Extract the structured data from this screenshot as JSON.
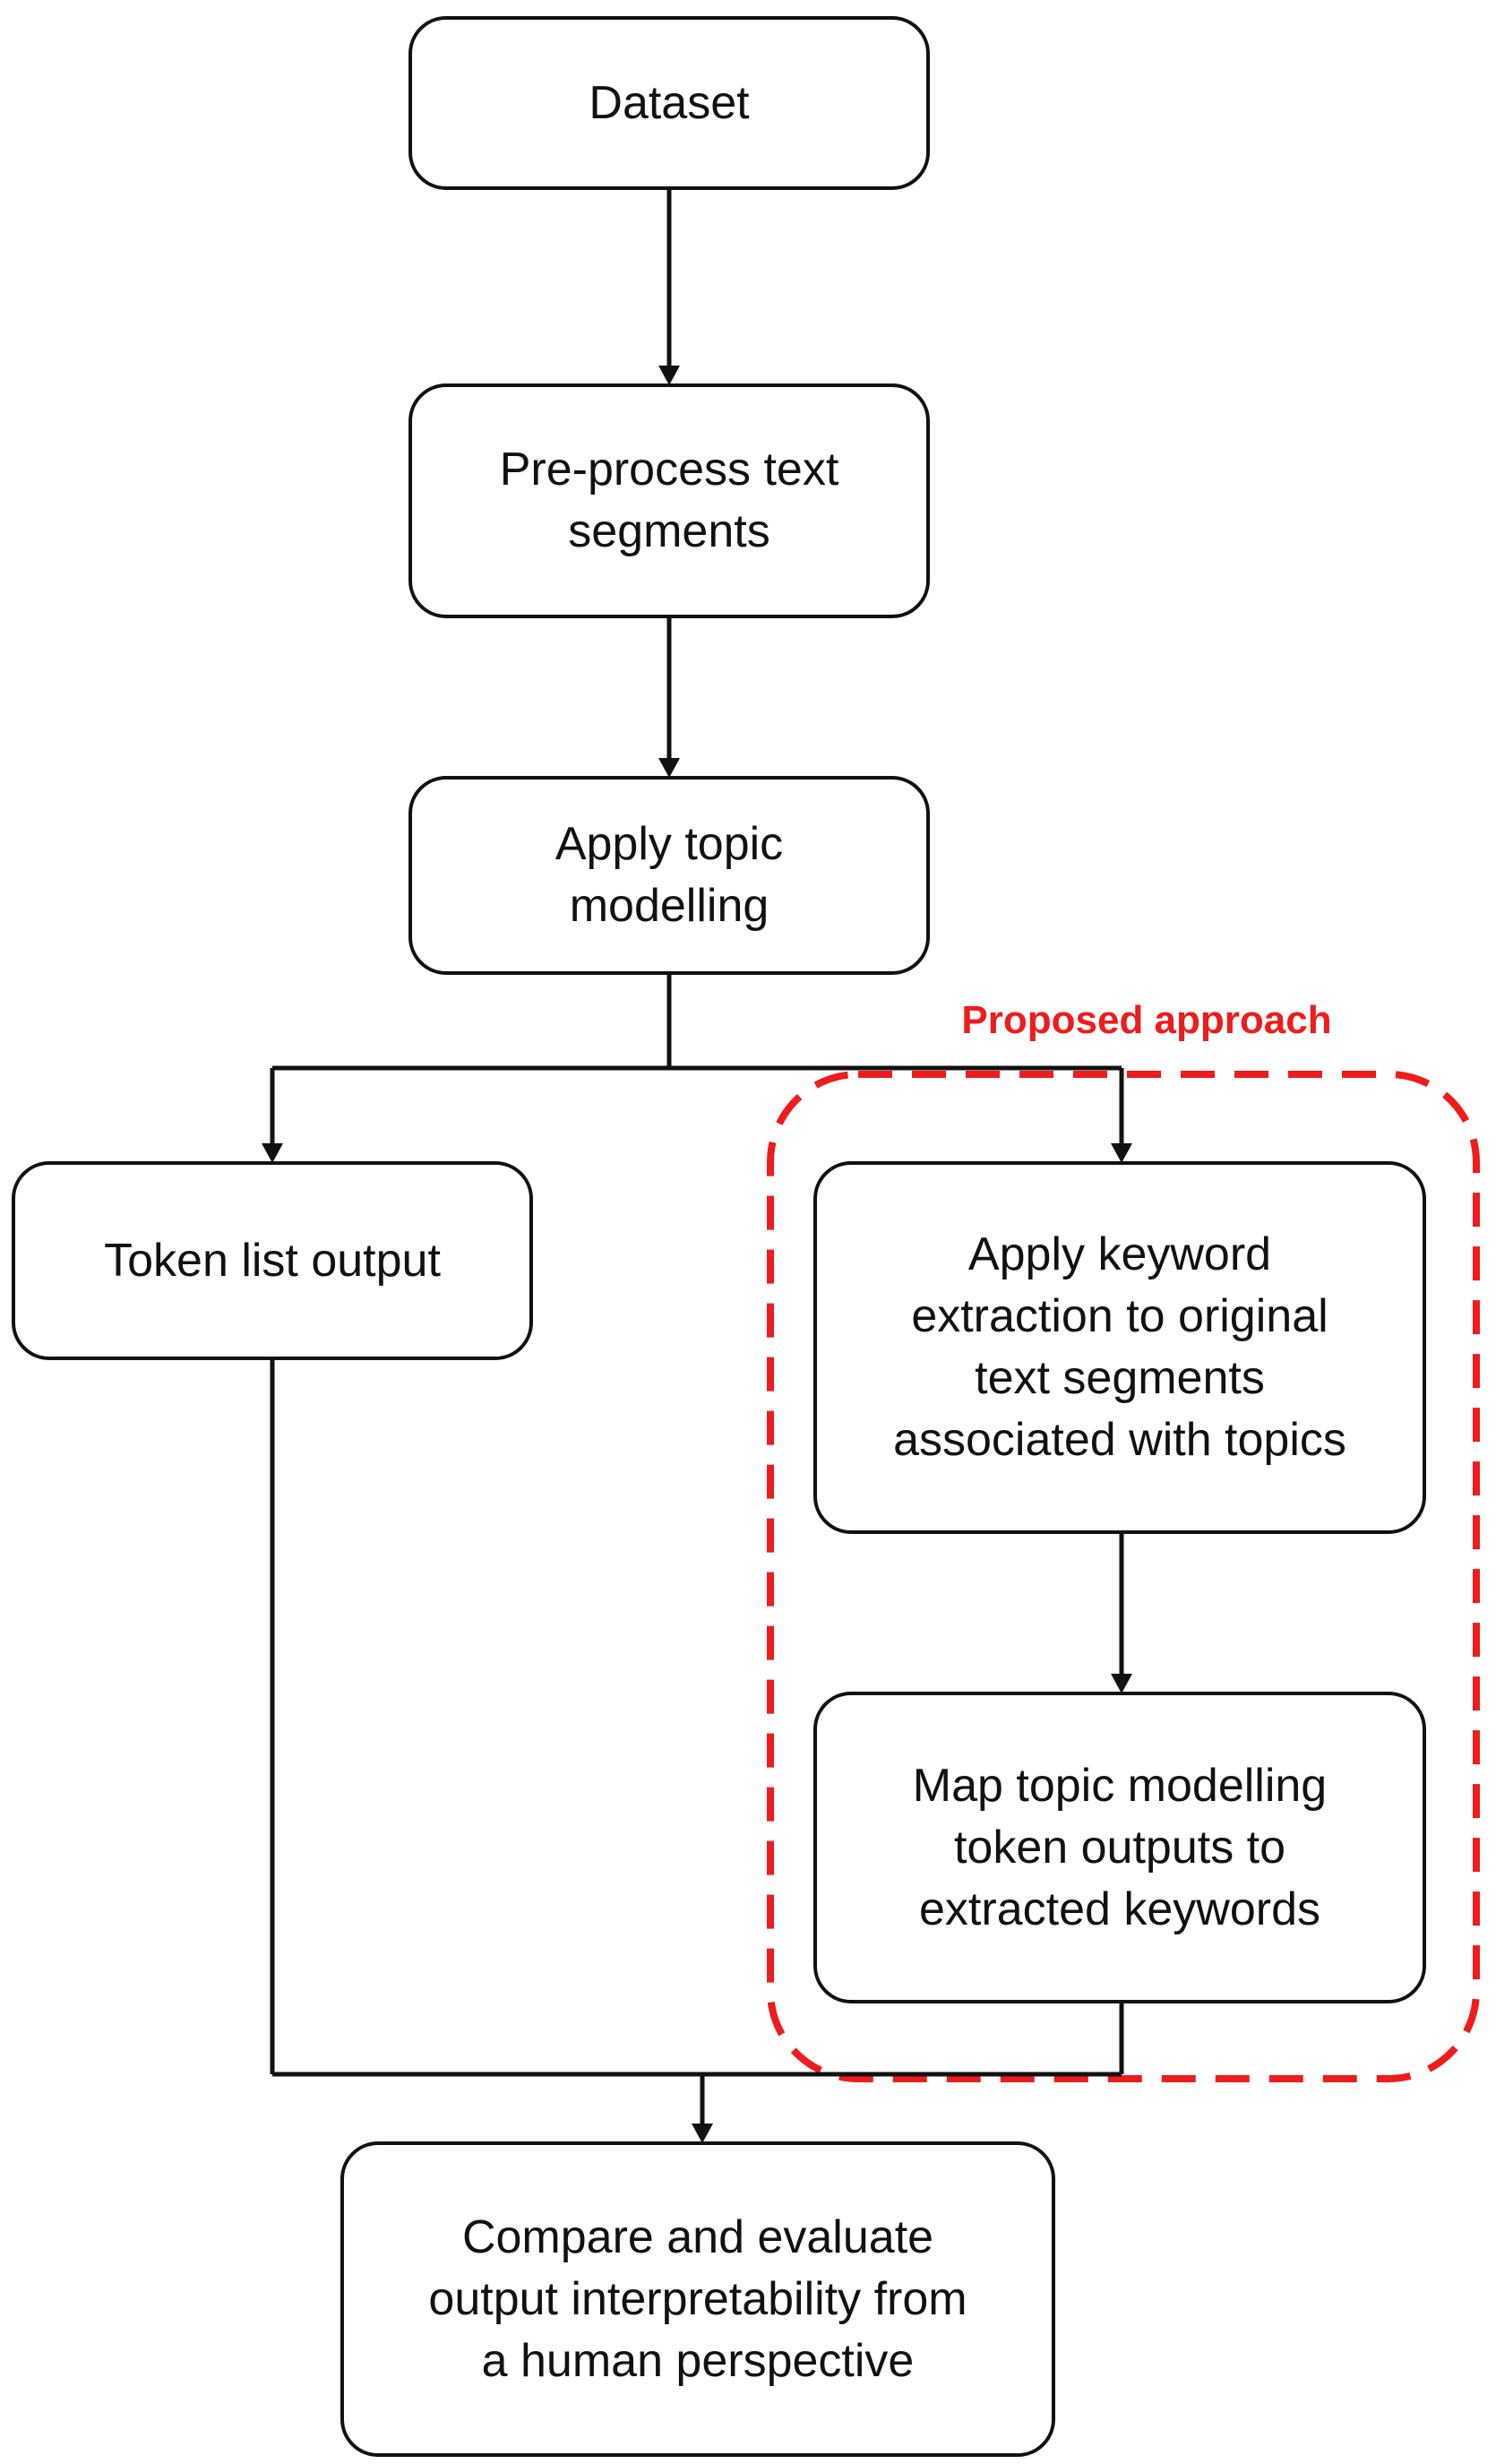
{
  "diagram": {
    "nodes": {
      "dataset": "Dataset",
      "preprocess": "Pre-process text\nsegments",
      "topic_modelling": "Apply topic\nmodelling",
      "token_list": "Token list output",
      "keyword_extraction": "Apply keyword\nextraction to original\ntext segments\nassociated with topics",
      "map_tokens": "Map topic modelling\ntoken outputs to\nextracted keywords",
      "compare": "Compare and evaluate\noutput interpretability from\na human perspective"
    },
    "group": {
      "label": "Proposed approach",
      "color": "#ee1c1c",
      "border_style": "dashed"
    },
    "colors": {
      "line": "#111111",
      "box_border": "#111111",
      "background": "#ffffff"
    }
  }
}
